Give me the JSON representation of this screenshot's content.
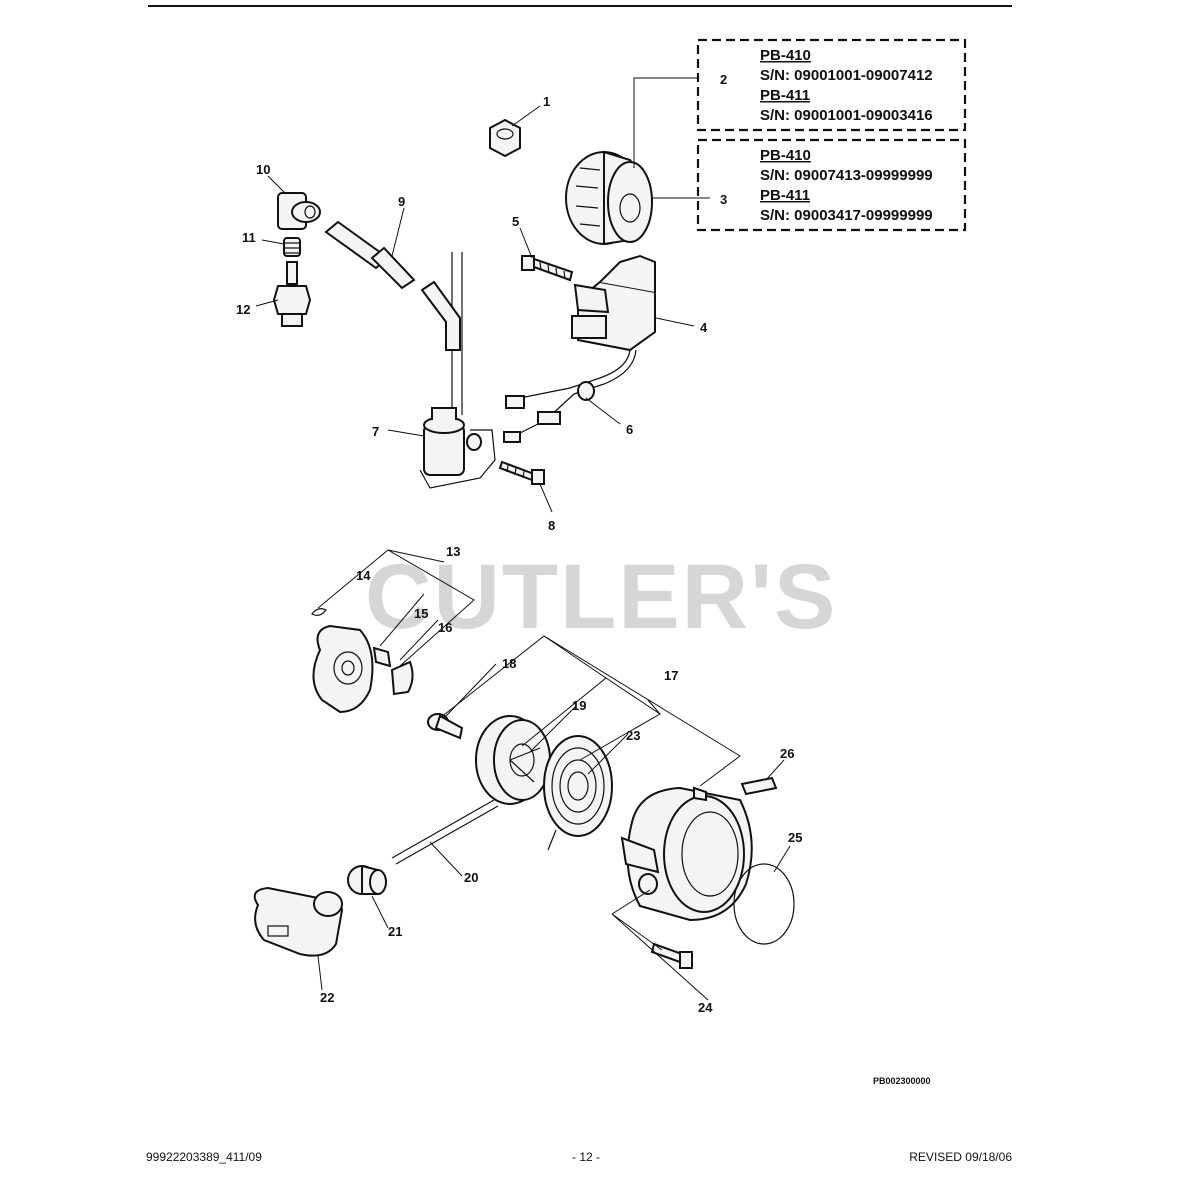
{
  "watermark": "CUTLER'S",
  "serial_boxes": [
    {
      "model_a": "PB-410",
      "serial_a": "S/N: 09001001-09007412",
      "model_b": "PB-411",
      "serial_b": "S/N: 09001001-09003416"
    },
    {
      "model_a": "PB-410",
      "serial_a": "S/N: 09007413-09999999",
      "model_b": "PB-411",
      "serial_b": "S/N: 09003417-09999999"
    }
  ],
  "callouts": [
    "1",
    "2",
    "3",
    "4",
    "5",
    "6",
    "7",
    "8",
    "9",
    "10",
    "11",
    "12",
    "13",
    "14",
    "15",
    "16",
    "17",
    "18",
    "19",
    "20",
    "21",
    "22",
    "23",
    "24",
    "25",
    "26"
  ],
  "diagram_code": "PB002300000",
  "footer": {
    "doc_number": "99922203389_411/09",
    "page": "- 12 -",
    "revised": "REVISED 09/18/06"
  }
}
